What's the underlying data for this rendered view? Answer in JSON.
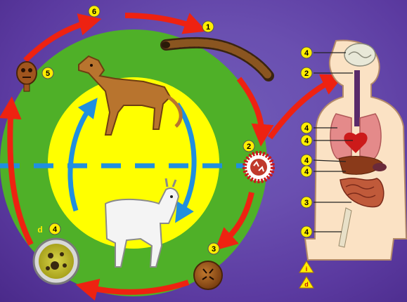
{
  "cycle_labels": {
    "adult_worm": "1",
    "egg": "2",
    "oncosphere": "3",
    "hydatid_cyst": "4",
    "cyst_letter": "d",
    "protoscolex": "5",
    "stage_six": "6"
  },
  "organ_labels": {
    "brain": "4",
    "mouth": "2",
    "lung": "4",
    "heart": "4",
    "liver": "4",
    "spleen": "4",
    "intestine": "3",
    "bone": "4"
  },
  "legend_labels": {
    "first": "i",
    "second": "d"
  },
  "colors": {
    "background": "#5f44a6",
    "cycle_ring": "#4fb028",
    "inner_disc": "#ffff00",
    "red_arrow": "#ee2211",
    "blue_arrow": "#1f8fe0",
    "number_badge": "#ffee00"
  },
  "icons": {
    "definitive_host": "dog-icon",
    "intermediate_host": "goat-icon",
    "human": "human-torso-icon"
  }
}
